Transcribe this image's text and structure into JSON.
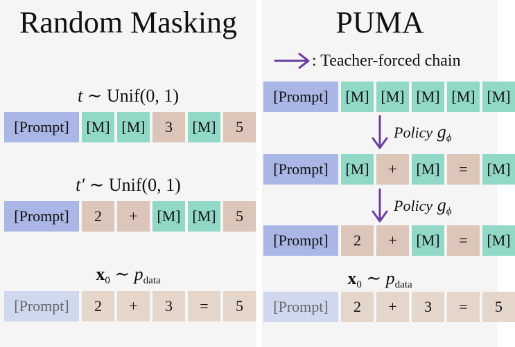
{
  "colors": {
    "prompt": "#a9b6e6",
    "prompt_faded": "#d0d8ee",
    "mask": "#91d8c6",
    "token": "#dcc5b9",
    "token_light": "#e5d6cc",
    "arrow": "#6a3fa0",
    "panel_bg": "#f5f5f5"
  },
  "left": {
    "title": "Random Masking",
    "eq1": {
      "var": "t",
      "rel": "∼",
      "dist": "Unif(0, 1)"
    },
    "eq2": {
      "var": "t′",
      "rel": "∼",
      "dist": "Unif(0, 1)"
    },
    "eq3": {
      "var": "x",
      "sub": "0",
      "rel": "∼",
      "dist": "p",
      "dist_sub": "data"
    },
    "rows": [
      {
        "tokens": [
          {
            "text": "[Prompt]",
            "kind": "prompt"
          },
          {
            "text": "[M]",
            "kind": "mask"
          },
          {
            "text": "[M]",
            "kind": "mask"
          },
          {
            "text": "3",
            "kind": "token"
          },
          {
            "text": "[M]",
            "kind": "mask"
          },
          {
            "text": "5",
            "kind": "token"
          }
        ]
      },
      {
        "tokens": [
          {
            "text": "[Prompt]",
            "kind": "prompt"
          },
          {
            "text": "2",
            "kind": "token"
          },
          {
            "text": "+",
            "kind": "token"
          },
          {
            "text": "[M]",
            "kind": "mask"
          },
          {
            "text": "[M]",
            "kind": "mask"
          },
          {
            "text": "5",
            "kind": "token"
          }
        ]
      },
      {
        "tokens": [
          {
            "text": "[Prompt]",
            "kind": "prompt_faded"
          },
          {
            "text": "2",
            "kind": "token_light"
          },
          {
            "text": "+",
            "kind": "token_light"
          },
          {
            "text": "3",
            "kind": "token_light"
          },
          {
            "text": "=",
            "kind": "token_light"
          },
          {
            "text": "5",
            "kind": "token_light"
          }
        ]
      }
    ]
  },
  "right": {
    "title": "PUMA",
    "legend": ": Teacher-forced chain",
    "policy_label": "Policy",
    "policy_sym": "g",
    "policy_sub": "ϕ",
    "eq3": {
      "var": "x",
      "sub": "0",
      "rel": "∼",
      "dist": "p",
      "dist_sub": "data"
    },
    "rows": [
      {
        "tokens": [
          {
            "text": "[Prompt]",
            "kind": "prompt"
          },
          {
            "text": "[M]",
            "kind": "mask"
          },
          {
            "text": "[M]",
            "kind": "mask"
          },
          {
            "text": "[M]",
            "kind": "mask"
          },
          {
            "text": "[M]",
            "kind": "mask"
          },
          {
            "text": "[M]",
            "kind": "mask"
          }
        ]
      },
      {
        "tokens": [
          {
            "text": "[Prompt]",
            "kind": "prompt"
          },
          {
            "text": "[M]",
            "kind": "mask"
          },
          {
            "text": "+",
            "kind": "token"
          },
          {
            "text": "[M]",
            "kind": "mask"
          },
          {
            "text": "=",
            "kind": "token"
          },
          {
            "text": "[M]",
            "kind": "mask"
          }
        ]
      },
      {
        "tokens": [
          {
            "text": "[Prompt]",
            "kind": "prompt"
          },
          {
            "text": "2",
            "kind": "token"
          },
          {
            "text": "+",
            "kind": "token"
          },
          {
            "text": "[M]",
            "kind": "mask"
          },
          {
            "text": "=",
            "kind": "token"
          },
          {
            "text": "[M]",
            "kind": "mask"
          }
        ]
      },
      {
        "tokens": [
          {
            "text": "[Prompt]",
            "kind": "prompt_faded"
          },
          {
            "text": "2",
            "kind": "token_light"
          },
          {
            "text": "+",
            "kind": "token_light"
          },
          {
            "text": "3",
            "kind": "token_light"
          },
          {
            "text": "=",
            "kind": "token_light"
          },
          {
            "text": "5",
            "kind": "token_light"
          }
        ]
      }
    ]
  }
}
